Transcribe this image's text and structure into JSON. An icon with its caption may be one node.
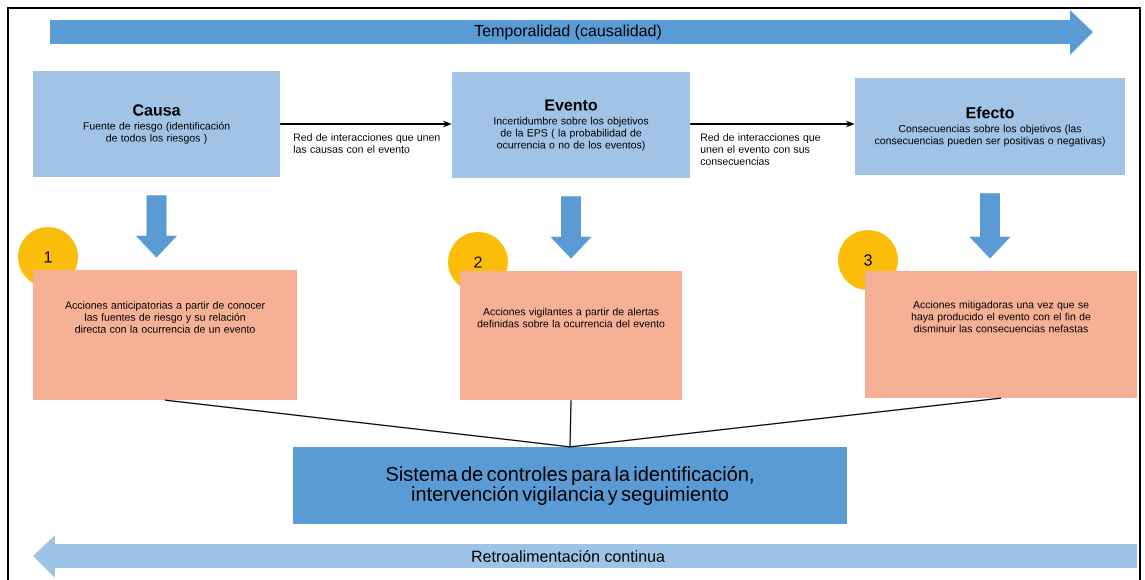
{
  "diagram": {
    "nodes": [
      {
        "text": [
          "Temporalidad (causalidad)"
        ]
      },
      {
        "text": [
          "Causa",
          "Fuente de riesgo (identificación de todos los riesgos )"
        ]
      },
      {
        "text": [
          "Evento",
          "Incertidumbre sobre los objetivos de la EPS ( la probabilidad de ocurrencia o no de los eventos)"
        ]
      },
      {
        "text": [
          "Efecto",
          "Consecuencias sobre los objetivos (las consecuencias pueden ser positivas o negativas)"
        ]
      },
      {
        "text": [
          "1"
        ]
      },
      {
        "text": [
          "Acciones anticipatorias a partir de conocer las fuentes de riesgo y su relación directa con la ocurrencia de un evento"
        ]
      },
      {
        "text": [
          "2"
        ]
      },
      {
        "text": [
          "Acciones vigilantes a partir de alertas definidas sobre la ocurrencia del evento"
        ]
      },
      {
        "text": [
          "3"
        ]
      },
      {
        "text": [
          "Acciones mitigadoras una vez que se haya producido el evento con el fin de disminuir las consecuencias nefastas"
        ]
      },
      {
        "text": [
          "Sistema de controles para la identificación, intervención vigilancia y seguimiento"
        ]
      },
      {
        "text": [
          "Retroalimentación continua"
        ]
      }
    ],
    "edges": [
      {
        "from": 1,
        "to": 2,
        "arrow": "to",
        "label": "Red de interacciones que unen las causas con el evento"
      },
      {
        "from": 2,
        "to": 3,
        "arrow": "to",
        "label": "Red de interacciones que unen el evento con sus consecuencias"
      },
      {
        "from": 1,
        "to": 5,
        "arrow": "to",
        "style": "thick",
        "color": "#5b9bd5"
      },
      {
        "from": 2,
        "to": 7,
        "arrow": "to",
        "style": "thick",
        "color": "#5b9bd5"
      },
      {
        "from": 3,
        "to": 9,
        "arrow": "to",
        "style": "thick",
        "color": "#5b9bd5"
      },
      {
        "from": 5,
        "to": 10,
        "arrow": "none"
      },
      {
        "from": 7,
        "to": 10,
        "arrow": "none"
      },
      {
        "from": 9,
        "to": 10,
        "arrow": "none"
      }
    ]
  }
}
